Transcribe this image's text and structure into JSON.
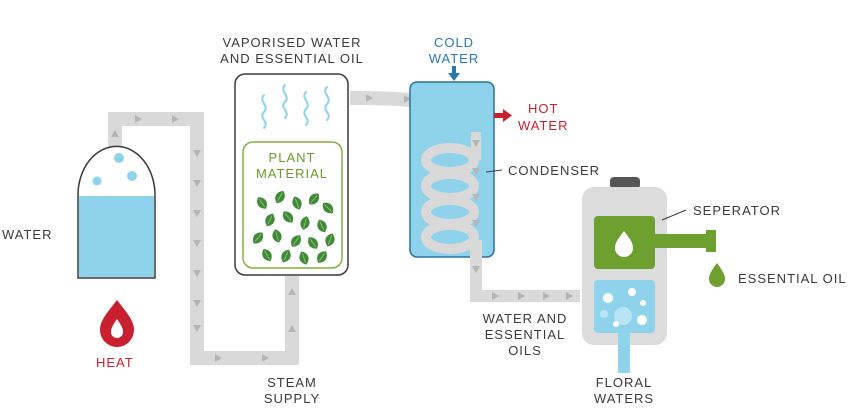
{
  "colors": {
    "pipe": "#d9d9d9",
    "pipe_arrow": "#b0b0b0",
    "water": "#8fd2ec",
    "leaf": "#3f8a3a",
    "plant_border": "#7fb23c",
    "seperator_green": "#6da02e",
    "heat_red": "#c8202e",
    "cold_blue": "#2a78b0",
    "text_dark": "#3a3a3a"
  },
  "labels": {
    "water": "WATER",
    "heat": "HEAT",
    "vaporised_line1": "VAPORISED WATER",
    "vaporised_line2": "AND ESSENTIAL OIL",
    "plant_line1": "PLANT",
    "plant_line2": "MATERIAL",
    "cold_line1": "COLD",
    "cold_line2": "WATER",
    "hot_line1": "HOT",
    "hot_line2": "WATER",
    "condenser": "CONDENSER",
    "seperator": "SEPERATOR",
    "essential_oil": "ESSENTIAL OIL",
    "water_oils_line1": "WATER AND",
    "water_oils_line2": "ESSENTIAL",
    "water_oils_line3": "OILS",
    "steam_line1": "STEAM",
    "steam_line2": "SUPPLY",
    "floral_line1": "FLORAL",
    "floral_line2": "WATERS"
  },
  "icons": {
    "heat": "flame-drop-icon",
    "vapour": "steam-wave-icon",
    "leaf": "leaf-icon",
    "oil_drop": "drop-icon",
    "arrow": "arrow-icon"
  }
}
